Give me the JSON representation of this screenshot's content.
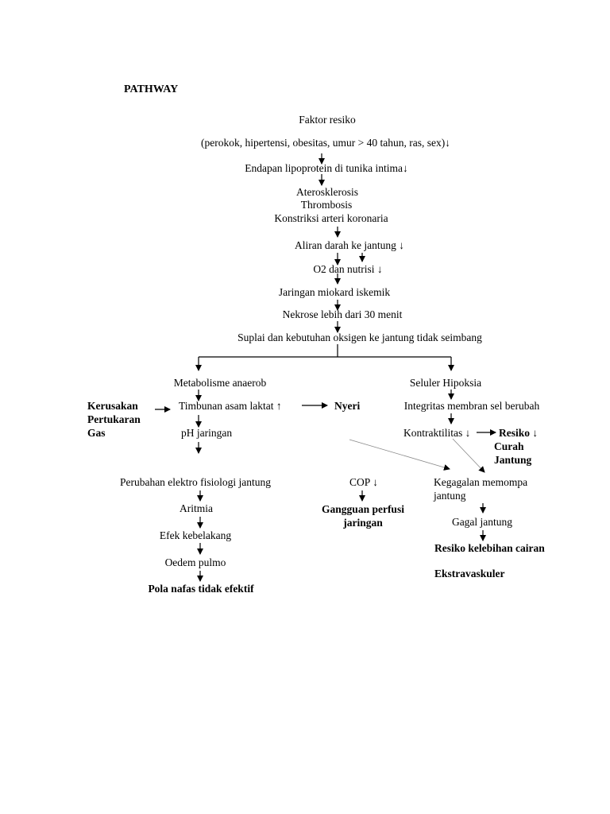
{
  "title": "PATHWAY",
  "nodes": {
    "faktor_resiko": "Faktor resiko",
    "faktor_detail": "(perokok, hipertensi, obesitas, umur > 40 tahun, ras, sex)↓",
    "endapan": "Endapan lipoprotein di tunika intima↓",
    "aterosklerosis": "Aterosklerosis",
    "thrombosis": "Thrombosis",
    "konstriksi": "Konstriksi arteri koronaria",
    "aliran": "Aliran darah ke jantung ↓",
    "o2": "O2 dan nutrisi ↓",
    "jaringan_miokard": "Jaringan miokard iskemik",
    "nekrose": "Nekrose lebih dari 30 menit",
    "suplai": "Suplai dan kebutuhan oksigen ke jantung tidak seimbang",
    "metabolisme": "Metabolisme anaerob",
    "seluler": "Seluler Hipoksia",
    "kerusakan_1": "Kerusakan",
    "kerusakan_2": "Pertukaran",
    "kerusakan_3": "Gas",
    "timbunan": "Timbunan asam laktat ↑",
    "nyeri": "Nyeri",
    "integritas": "Integritas membran sel berubah",
    "ph": "pH jaringan",
    "kontraktilitas": "Kontraktilitas ↓",
    "resiko_curah_1": "Resiko ↓",
    "resiko_curah_2": "Curah",
    "resiko_curah_3": "Jantung",
    "perubahan": "Perubahan elektro fisiologi jantung",
    "cop": "COP ↓",
    "kegagalan_1": "Kegagalan memompa",
    "kegagalan_2": "jantung",
    "aritmia": "Aritmia",
    "gangguan_1": "Gangguan perfusi",
    "gangguan_2": "jaringan",
    "gagal": "Gagal jantung",
    "efek": "Efek kebelakang",
    "resiko_cairan": "Resiko kelebihan cairan",
    "oedem": "Oedem pulmo",
    "ekstravaskuler": "Ekstravaskuler",
    "pola": "Pola nafas tidak efektif"
  }
}
